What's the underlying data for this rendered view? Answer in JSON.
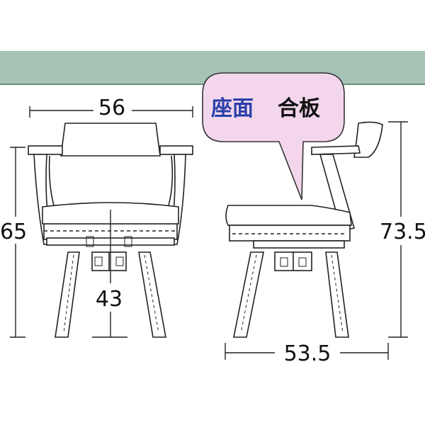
{
  "header_band": {
    "color": "#a6c4b6"
  },
  "front_view": {
    "width_label": "56",
    "height_label": "65",
    "seat_height_label": "43"
  },
  "side_view": {
    "depth_label": "53.5",
    "height_label": "73.5"
  },
  "callout": {
    "term_blue": "座面",
    "term_black": "合板",
    "bubble_color": "#f3d6ec",
    "blue_color": "#2a3fa8"
  }
}
